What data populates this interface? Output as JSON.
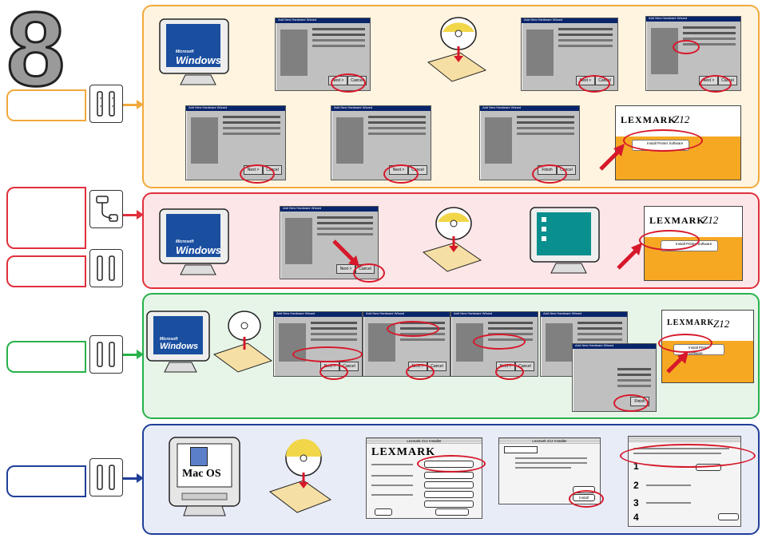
{
  "step_number": "8",
  "colors": {
    "orange": "#f2a93b",
    "red": "#e0303c",
    "green": "#27b24a",
    "blue": "#1f3f97",
    "highlight": "#d6182a"
  },
  "windows_logo": {
    "line1": "Microsoft",
    "line2": "Windows"
  },
  "mac_logo": {
    "text": "Mac OS"
  },
  "lexmark": {
    "brand": "LEXMARK",
    "model": "Z12",
    "button": "Install Printer Software"
  },
  "mac_installer": {
    "window_title": "Lexmark Z12 Installer",
    "easy_title": "Lexmark Z12 Installer",
    "brand": "LEXMARK"
  },
  "dialog": {
    "title": "Add New Hardware Wizard"
  },
  "buttons": {
    "next": "Next >",
    "cancel": "Cancel",
    "finish": "Finish",
    "install": "Install"
  },
  "rows": [
    {
      "name": "row-usb-windows98",
      "color": "orange",
      "cable": "usb"
    },
    {
      "name": "row-parallel-windows95",
      "color": "red",
      "cable": "parallel"
    },
    {
      "name": "row-usb-windows95",
      "color": "red",
      "cable": "usb"
    },
    {
      "name": "row-usb-windows-2000",
      "color": "green",
      "cable": "usb"
    },
    {
      "name": "row-usb-mac",
      "color": "blue",
      "cable": "usb"
    }
  ]
}
